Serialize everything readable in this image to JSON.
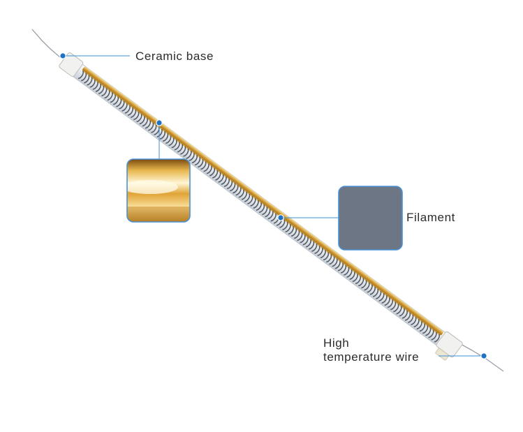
{
  "diagram": {
    "labels": {
      "ceramic_base": "Ceramic base",
      "filament": "Filament",
      "high_temperature_wire_line1": "High",
      "high_temperature_wire_line2": "temperature wire"
    }
  },
  "colors": {
    "callout_dot": "#1e72c4",
    "callout_line": "#3d8fd6",
    "gold_reflector": "#d9a441",
    "coil": "#555a62",
    "glass": "#e7ebef",
    "inset_border": "#4a90d9"
  }
}
